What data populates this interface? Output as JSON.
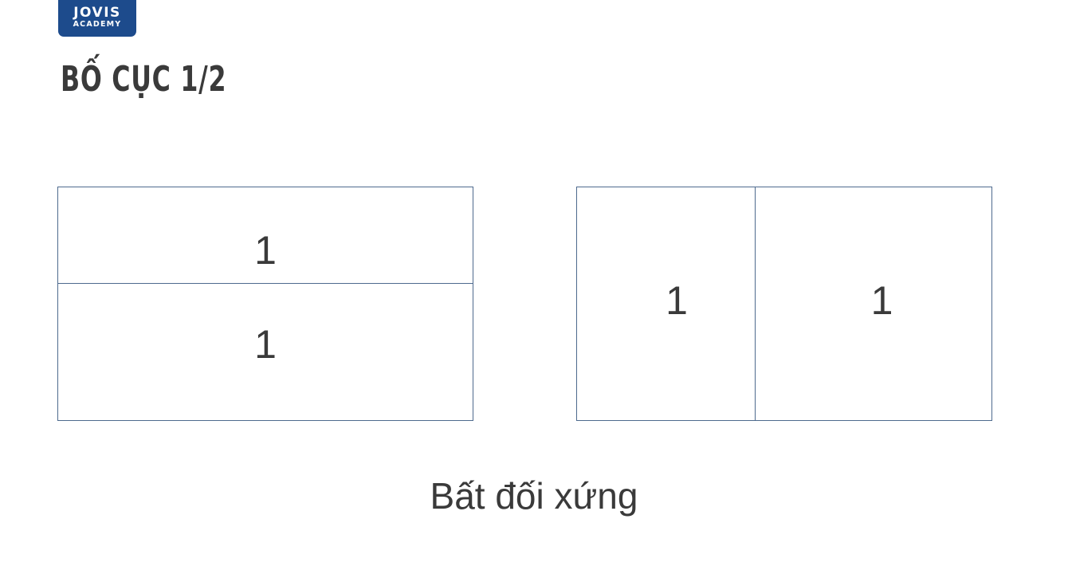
{
  "logo": {
    "main": "JOVIS",
    "sub": "ACADEMY",
    "color": "#1d4b8c"
  },
  "title": "BỐ CỤC 1/2",
  "layouts": {
    "left": {
      "top_label": "1",
      "bottom_label": "1"
    },
    "right": {
      "left_label": "1",
      "right_label": "1"
    }
  },
  "caption": "Bất đối xứng",
  "colors": {
    "border": "#4e6a8e",
    "text": "#3a3a3a"
  }
}
